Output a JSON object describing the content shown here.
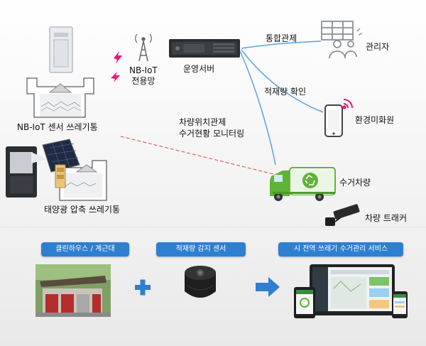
{
  "top": {
    "nb_iot_label": "NB-IoT\n전용망",
    "server_label": "운영서버",
    "integrated_control_label": "통합관제",
    "admin_label": "관리자",
    "load_check_label": "적재량 확인",
    "env_officer_label": "환경미화원",
    "vehicle_monitor_label": "차량위치관제\n수거현황 모니터링",
    "nb_bin_label": "NB-IoT 센서 쓰레기통",
    "solar_bin_label": "태양광 압축 쓰레기통",
    "truck_label": "수거차량",
    "tracker_label": "차량 트래커"
  },
  "bottom": {
    "clean_house_label": "클린하우스 / 계근대",
    "sensor_label": "적재량 감지 센서",
    "service_label": "시 전역 쓰레기 수거관리 서비스",
    "plus_symbol": "+"
  },
  "colors": {
    "accent_blue": "#2e7fd0",
    "link_blue": "#5ba3e0",
    "signal_pink": "#e8177a",
    "dashed_red": "#d94646",
    "truck_green": "#5fb336",
    "icon_gray": "#8c9097"
  },
  "icons": [
    "server-icon",
    "antenna-icon",
    "lightning-icon",
    "control-room-icon",
    "smartphone-icon",
    "signal-icon",
    "garbage-truck-icon",
    "tracker-icon",
    "arrow-right-icon",
    "plus-icon"
  ]
}
